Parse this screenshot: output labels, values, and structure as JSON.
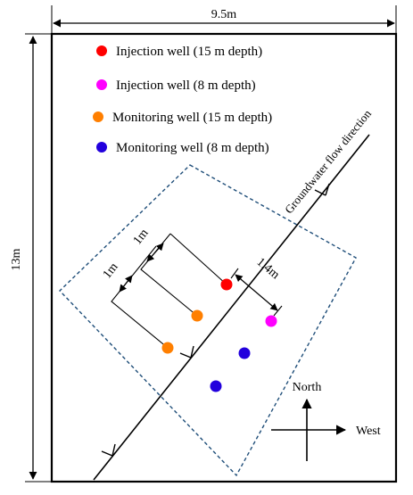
{
  "diagram": {
    "width_label": "9.5m",
    "height_label": "13m",
    "legend": [
      {
        "label": "Injection well (15 m depth)",
        "color": "#ff0000"
      },
      {
        "label": "Injection well (8 m depth)",
        "color": "#ff00ff"
      },
      {
        "label": "Monitoring well (15 m depth)",
        "color": "#ff7f00"
      },
      {
        "label": "Monitoring well (8 m depth)",
        "color": "#2200dd"
      }
    ],
    "flow_label": "Groundwater flow direction",
    "spacing_labels": {
      "a": "1m",
      "b": "1m",
      "c": "1.4m"
    },
    "compass": {
      "north": "North",
      "west": "West"
    },
    "colors": {
      "outline": "#000000",
      "dashed_boundary": "#1f4e79"
    }
  }
}
